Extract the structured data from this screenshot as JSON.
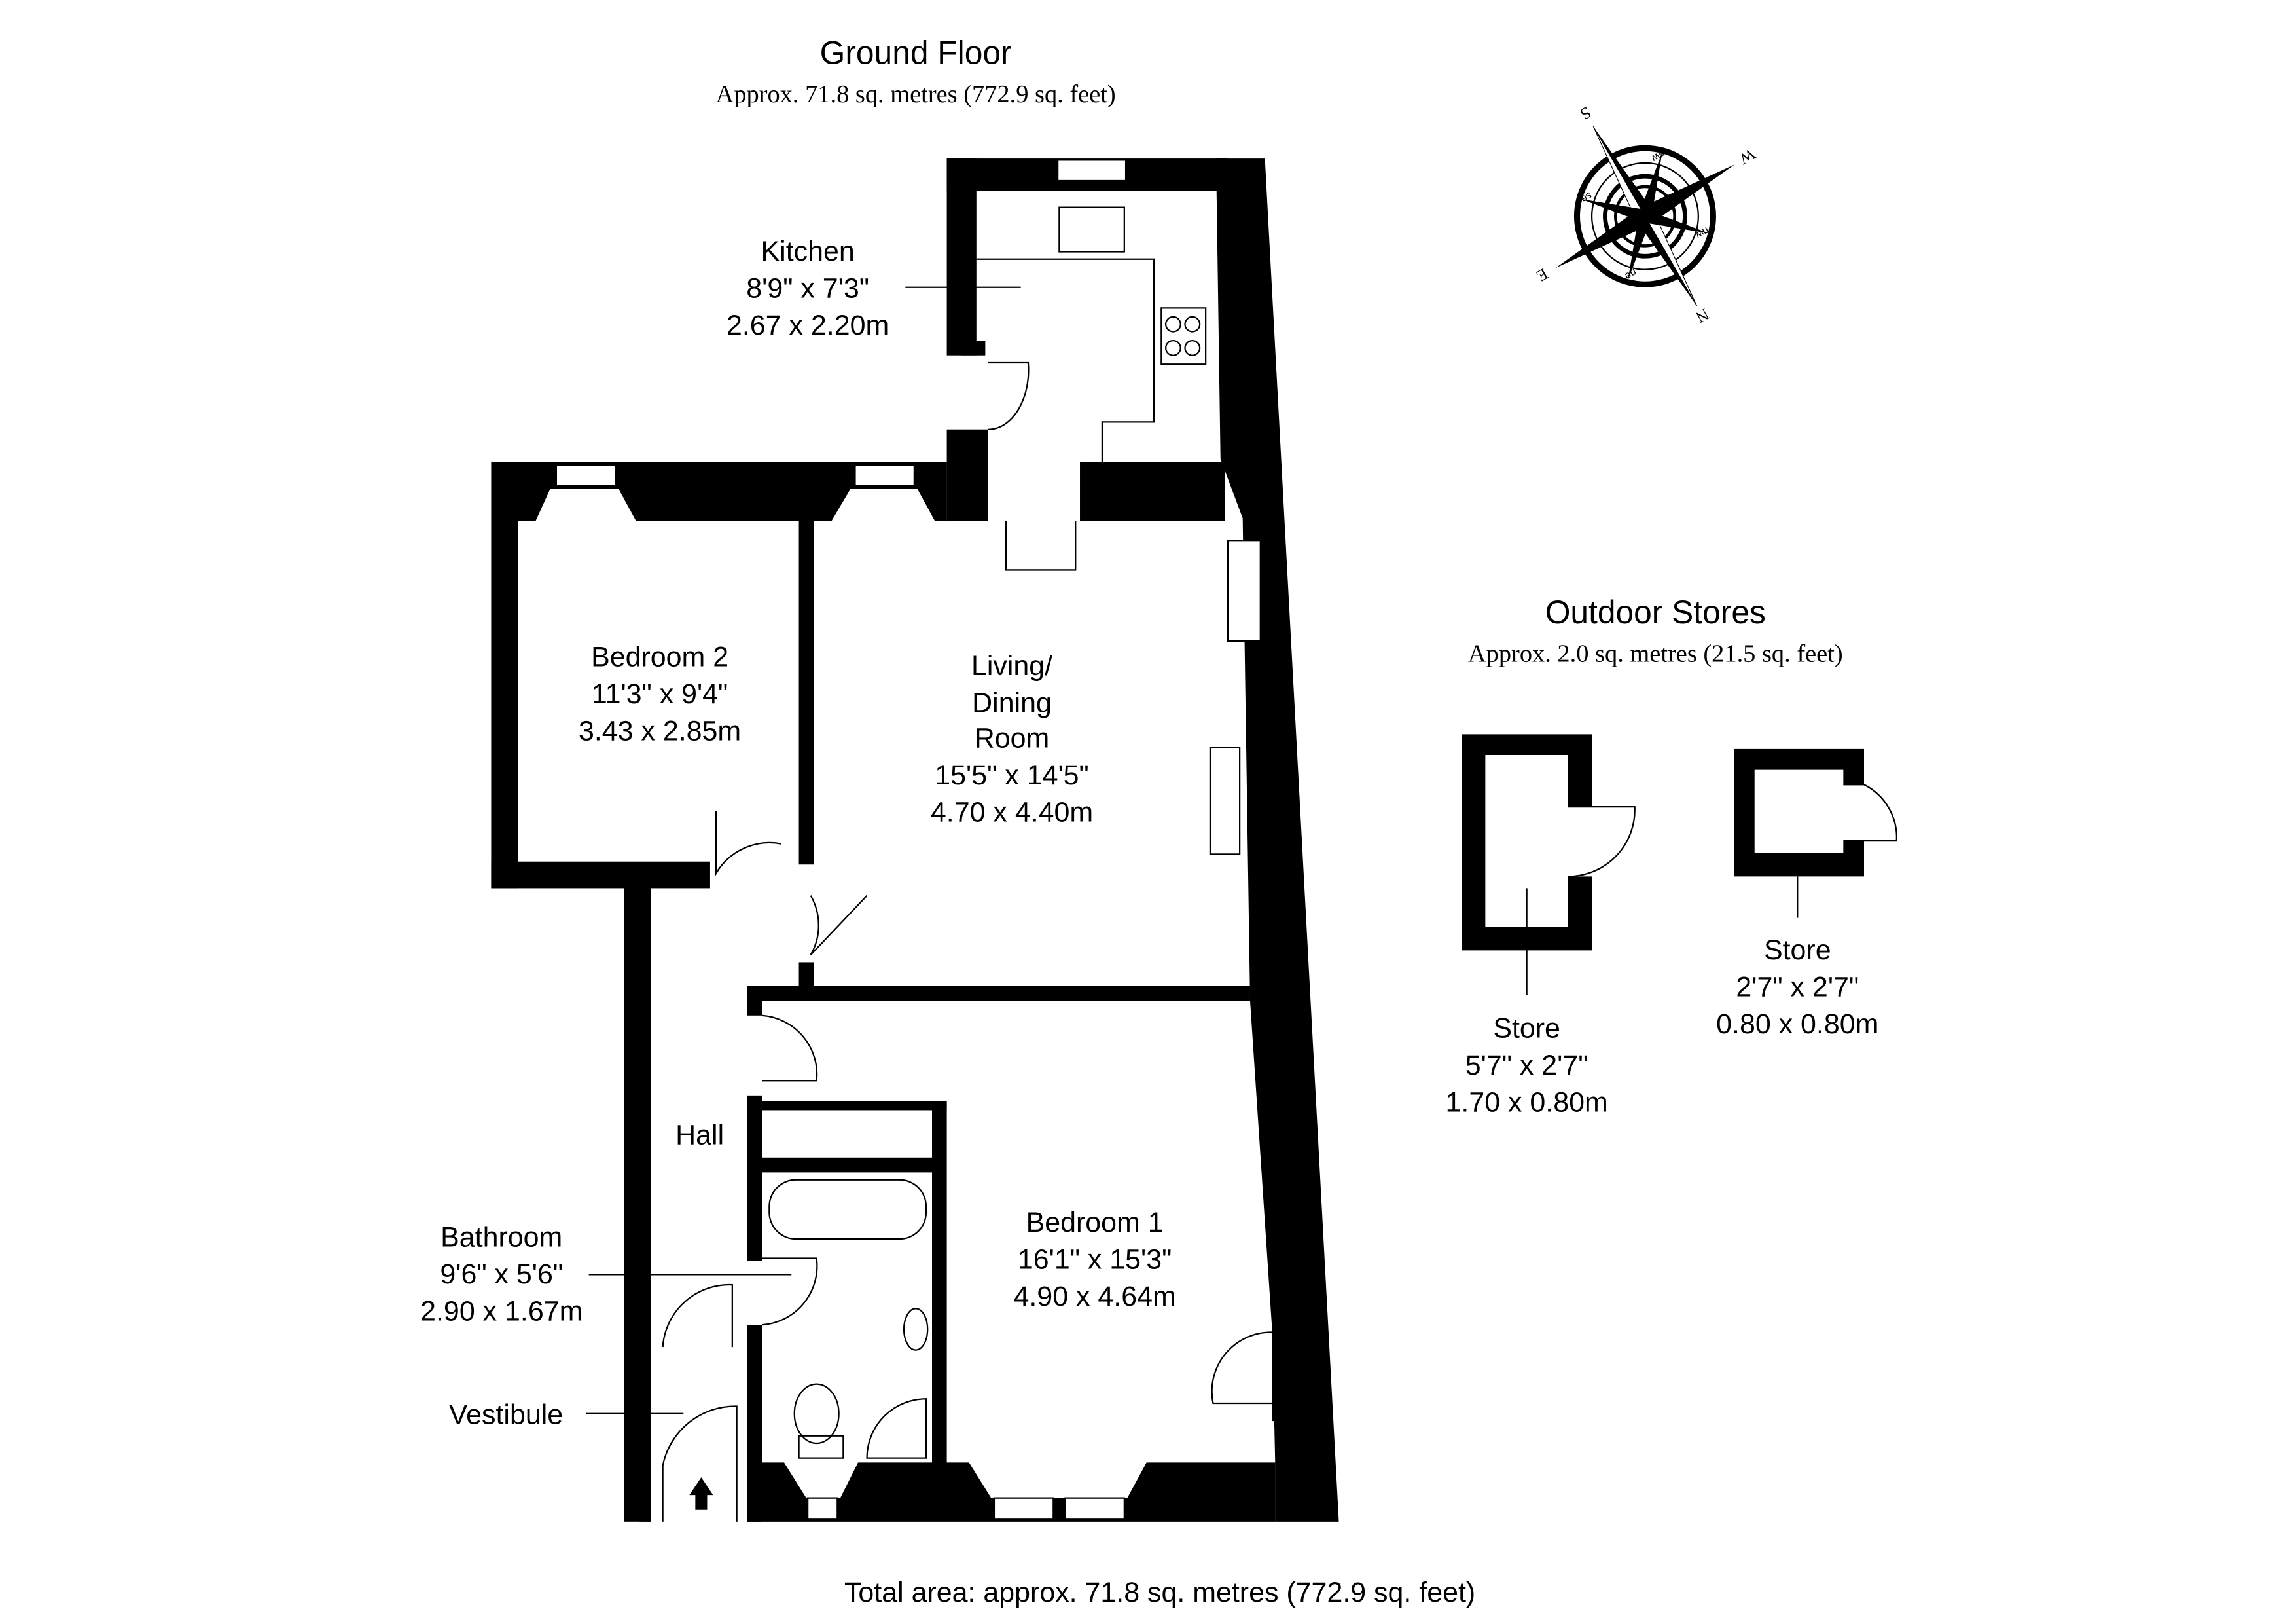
{
  "ground_floor": {
    "title": "Ground Floor",
    "area": "Approx. 71.8 sq. metres (772.9 sq. feet)"
  },
  "rooms": {
    "kitchen": {
      "name": "Kitchen",
      "imperial": "8'9\" x 7'3\"",
      "metric": "2.67 x 2.20m"
    },
    "bedroom2": {
      "name": "Bedroom 2",
      "imperial": "11'3\" x 9'4\"",
      "metric": "3.43 x 2.85m"
    },
    "living": {
      "name_line1": "Living/",
      "name_line2": "Dining",
      "name_line3": "Room",
      "imperial": "15'5\" x 14'5\"",
      "metric": "4.70 x 4.40m"
    },
    "hall": {
      "name": "Hall"
    },
    "bedroom1": {
      "name": "Bedroom 1",
      "imperial": "16'1\" x 15'3\"",
      "metric": "4.90 x 4.64m"
    },
    "bathroom": {
      "name": "Bathroom",
      "imperial": "9'6\" x 5'6\"",
      "metric": "2.90 x 1.67m"
    },
    "vestibule": {
      "name": "Vestibule"
    }
  },
  "outdoor": {
    "title": "Outdoor Stores",
    "area": "Approx. 2.0 sq. metres (21.5 sq. feet)",
    "store1": {
      "name": "Store",
      "imperial": "5'7\" x 2'7\"",
      "metric": "1.70 x 0.80m"
    },
    "store2": {
      "name": "Store",
      "imperial": "2'7\" x 2'7\"",
      "metric": "0.80 x 0.80m"
    }
  },
  "compass": {
    "n": "N",
    "s": "S",
    "e": "E",
    "w": "W",
    "ne": "ne",
    "nw": "nw",
    "se": "se",
    "sw": "sw"
  },
  "total_area": "Total area: approx. 71.8 sq. metres (772.9 sq. feet)"
}
